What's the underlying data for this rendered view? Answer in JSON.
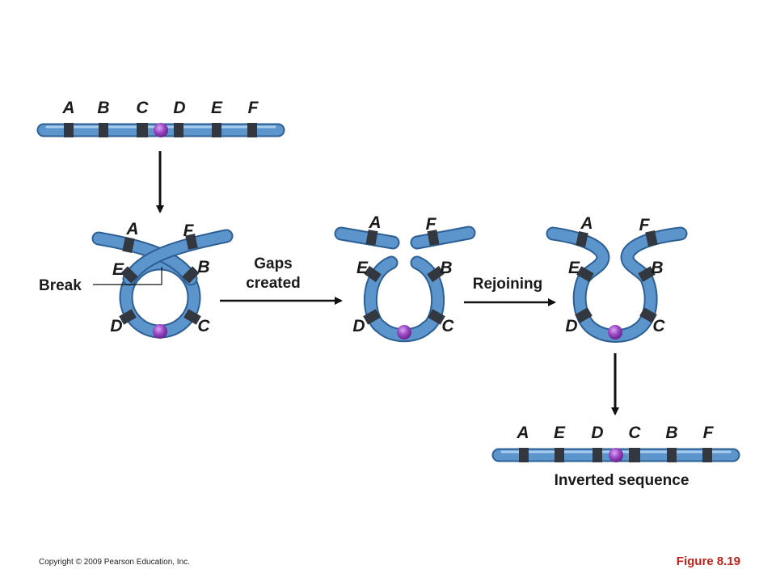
{
  "genes_original": [
    "A",
    "B",
    "C",
    "D",
    "E",
    "F"
  ],
  "genes_loop": {
    "top_left": "A",
    "top_right": "F",
    "mid_left": "E",
    "mid_right": "B",
    "bottom_left": "D",
    "bottom_right": "C"
  },
  "genes_inverted": [
    "A",
    "E",
    "D",
    "C",
    "B",
    "F"
  ],
  "labels": {
    "break": "Break",
    "gaps_line1": "Gaps",
    "gaps_line2": "created",
    "rejoining": "Rejoining",
    "inverted": "Inverted sequence"
  },
  "footer": {
    "copyright": "Copyright © 2009 Pearson Education, Inc.",
    "figure": "Figure 8.19"
  },
  "colors": {
    "chromosome": "#5b95cc",
    "chromosome_dark": "#2d5f94",
    "band": "#333740",
    "centromere": "#9b46c4",
    "figure_label": "#c0221b"
  }
}
